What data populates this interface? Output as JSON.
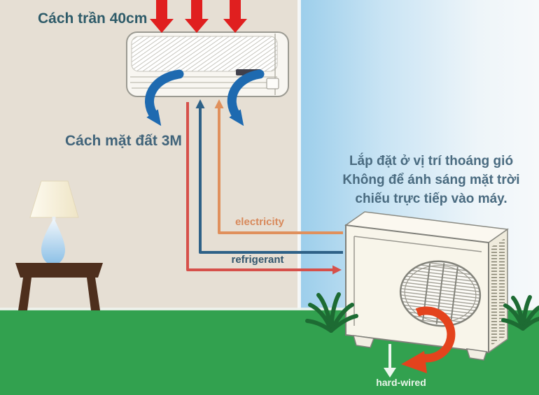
{
  "diagram": {
    "indoor_unit": {
      "ceiling_clearance_label": "Cách trần 40cm",
      "floor_clearance_label": "Cách mặt đất 3M"
    },
    "connections": {
      "electricity_label": "electricity",
      "refrigerant_label": "refrigerant",
      "hard_wired_label": "hard-wired"
    },
    "outdoor_unit": {
      "note_line1": "Lắp đặt ở vị trí thoáng gió",
      "note_line2": "Không để ánh sáng mặt trời",
      "note_line3": "chiếu trực tiếp vào máy."
    },
    "colors": {
      "wall": "#e6dfd4",
      "sky_gradient_left": "#9cceeb",
      "sky_gradient_right": "#f6f9fa",
      "grass": "#32a14f",
      "intake_arrows": "#e01f1f",
      "outlet_arrows": "#1e6ab0",
      "electricity_line": "#e0905c",
      "refrigerant_supply_line": "#2e6187",
      "refrigerant_return_line": "#d6504a",
      "fan_rotation_arrow": "#e4431d",
      "clearance_text": "#2e5b69",
      "note_text": "#4a6b80",
      "electricity_text": "#d8895b",
      "refrigerant_text": "#33566d",
      "hard_wired_text": "#eaf5ea",
      "table": "#4e2f1d"
    }
  }
}
